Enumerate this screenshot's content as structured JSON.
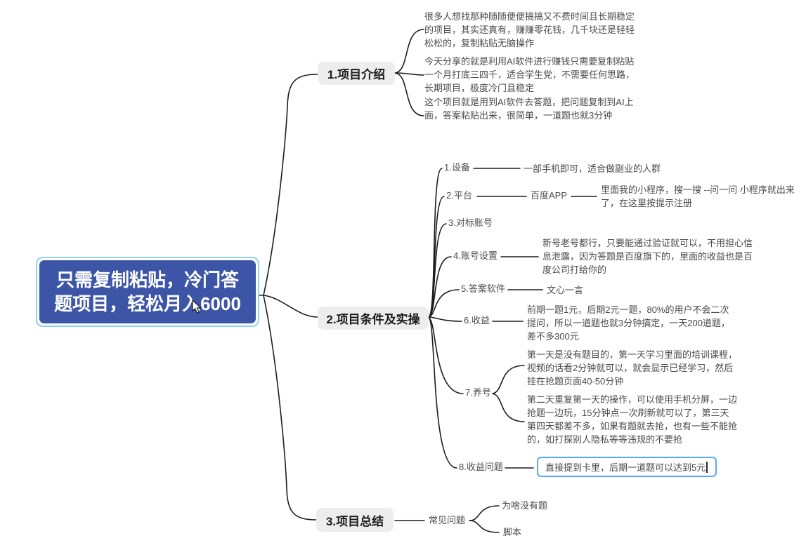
{
  "canvas": {
    "background": "#ffffff",
    "line_color": "#1d1d1d"
  },
  "central": {
    "text": "只需复制粘贴，冷门答题项目，轻松月入6000",
    "bg_color": "#3c55a6",
    "selection_color": "#8ed2f6"
  },
  "intro": {
    "label": "1.项目介绍",
    "notes": [
      "很多人想找那种随随便便搞搞又不费时间且长期稳定的项目，其实还真有，赚赚零花钱，几千块还是轻轻松松的，复制粘贴无脑操作",
      "今天分享的就是利用AI软件进行赚钱只需要复制粘贴一个月打底三四千，适合学生党，不需要任何思路，长期项目，极度冷门且稳定",
      "这个项目就是用到AI软件去答题，把问题复制到AI上面，答案粘贴出来，很简单，一道题也就3分钟"
    ]
  },
  "cond": {
    "label": "2.项目条件及实操",
    "items": [
      {
        "label": "1.设备",
        "content": "一部手机即可，适合做副业的人群"
      },
      {
        "label": "2.平台",
        "app": "百度APP",
        "content": "里面我的小程序，搜一搜 --问一问 小程序就出来了，在这里按提示注册"
      },
      {
        "label": "3.对标账号"
      },
      {
        "label": "4.账号设置",
        "content": "新号老号都行，只要能通过验证就可以，不用担心信息泄露，因为答题是百度旗下的，里面的收益也是百度公司打给你的"
      },
      {
        "label": "5.答案软件",
        "content": "文心一言"
      },
      {
        "label": "6.收益",
        "content": "前期一题1元，后期2元一题，80%的用户不会二次提问，所以一道题也就3分钟搞定，一天200道题，差不多300元"
      },
      {
        "label": "7.养号",
        "content_first": "第一天是没有题目的，第一天学习里面的培训课程，视频的话看2分钟就可以，就会显示已经学习，然后挂在抢题页面40-50分钟",
        "content_second": "第二天重复第一天的操作，可以使用手机分屏，一边抢题一边玩，15分钟点一次刷新就可以了，第三天第四天都差不多，如果有题就去抢，也有一些不能抢的，如打探别人隐私等等违规的不要抢"
      },
      {
        "label": "8.收益问题",
        "content": "直接提到卡里，后期一道题可以达到5元",
        "highlight_color": "#55a8f6"
      }
    ]
  },
  "summary": {
    "label": "3.项目总结",
    "sub": "常见问题",
    "leaves": [
      "为啥没有题",
      "脚本"
    ]
  }
}
